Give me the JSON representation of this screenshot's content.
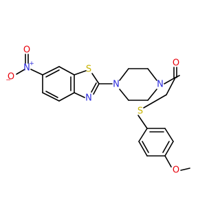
{
  "molecule": {
    "name": "",
    "atoms": {
      "nitro_O_minus": {
        "label": "O",
        "charge": "−",
        "color": "#e8000b"
      },
      "nitro_N_plus": {
        "label": "N",
        "charge": "+",
        "color": "#2a2adb"
      },
      "nitro_O_double": {
        "label": "O",
        "color": "#e8000b"
      },
      "thiazole_S": {
        "label": "S",
        "color": "#c8b400"
      },
      "thiazole_N": {
        "label": "N",
        "color": "#2a2adb"
      },
      "piperazine_N1": {
        "label": "N",
        "color": "#2a2adb"
      },
      "piperazine_N4": {
        "label": "N",
        "color": "#2a2adb"
      },
      "carbonyl_O": {
        "label": "O",
        "color": "#e8000b"
      },
      "thioether_S": {
        "label": "S",
        "color": "#c8b400"
      },
      "methoxy_O": {
        "label": "O",
        "color": "#e8000b"
      }
    }
  }
}
